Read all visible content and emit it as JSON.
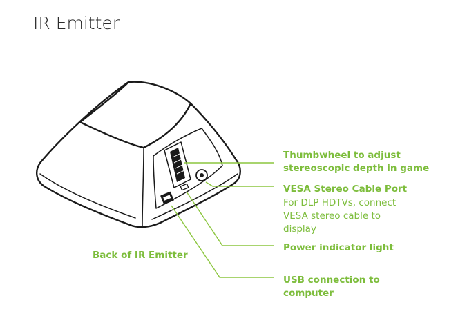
{
  "title": "IR Emitter",
  "colors": {
    "accent": "#7dbd3c",
    "leader_line": "#8cc63f",
    "device_stroke": "#1a1a1a",
    "title_text": "#2b2b2b"
  },
  "callouts": {
    "thumbwheel": {
      "line1": "Thumbwheel to adjust",
      "line2": "stereoscopic depth in game"
    },
    "vesa": {
      "heading": "VESA Stereo Cable Port",
      "desc_line1": "For DLP HDTVs, connect",
      "desc_line2": "VESA stereo cable to",
      "desc_line3": "display"
    },
    "power": {
      "label": "Power indicator light"
    },
    "usb": {
      "line1": "USB connection to",
      "line2": "computer"
    },
    "back": {
      "label": "Back of IR Emitter"
    }
  }
}
